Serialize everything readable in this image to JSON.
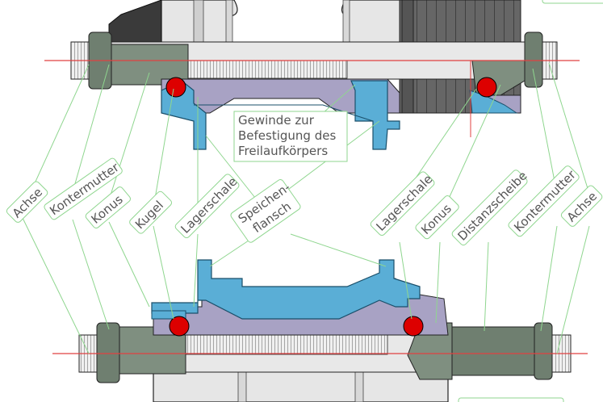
{
  "labels": {
    "gewinde_line1": "Gewinde zur",
    "gewinde_line2": "Befestigung des",
    "gewinde_line3": "Freilaufkörpers",
    "speichen_line1": "Speichen-",
    "speichen_line2": "flansch",
    "left": {
      "achse": "Achse",
      "kontermutter": "Kontermutter",
      "konus": "Konus",
      "kugel": "Kugel",
      "lagerschale": "Lagerschale"
    },
    "right": {
      "lagerschale": "Lagerschale",
      "konus": "Konus",
      "distanzscheibe": "Distanzscheibe",
      "kontermutter": "Kontermutter",
      "achse": "Achse"
    }
  },
  "colors": {
    "axle_center_line": "#e04040",
    "leader_lines": "#8fd68f",
    "hub_section": "#5aaed6",
    "cone": "#7f8f80",
    "bearing_ball": "#dd0000",
    "hub_shell": "#e6e6e6",
    "section_fill": "#a8a2c4"
  }
}
